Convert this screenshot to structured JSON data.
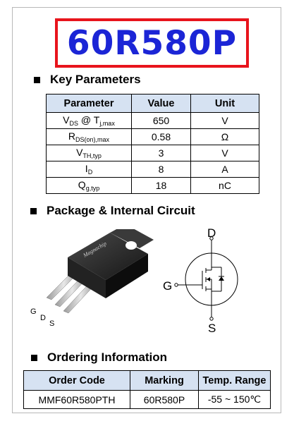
{
  "title": "60R580P",
  "colors": {
    "title_text": "#1b25d6",
    "title_border": "#e8141c",
    "table_header": "#d6e2f2"
  },
  "sections": {
    "key_params": "Key Parameters",
    "package": "Package & Internal Circuit",
    "ordering": "Ordering Information"
  },
  "params_table": {
    "headers": [
      "Parameter",
      "Value",
      "Unit"
    ],
    "rows": [
      {
        "param_main": "V",
        "param_sub": "DS",
        "param_mid": " @ T",
        "param_sub2": "j,max",
        "value": "650",
        "unit": "V"
      },
      {
        "param_main": "R",
        "param_sub": "DS(on),max",
        "value": "0.58",
        "unit": "Ω"
      },
      {
        "param_main": "V",
        "param_sub": "TH,typ",
        "value": "3",
        "unit": "V"
      },
      {
        "param_main": "I",
        "param_sub": "D",
        "value": "8",
        "unit": "A"
      },
      {
        "param_main": "Q",
        "param_sub": "g,typ",
        "value": "18",
        "unit": "nC"
      }
    ]
  },
  "package": {
    "body_marking": "Magnachip",
    "pins": [
      "G",
      "D",
      "S"
    ]
  },
  "circuit": {
    "drain": "D",
    "gate": "G",
    "source": "S"
  },
  "order_table": {
    "headers": [
      "Order Code",
      "Marking",
      "Temp. Range"
    ],
    "row": {
      "code": "MMF60R580PTH",
      "marking": "60R580P",
      "temp": "-55 ~ 150℃"
    }
  }
}
